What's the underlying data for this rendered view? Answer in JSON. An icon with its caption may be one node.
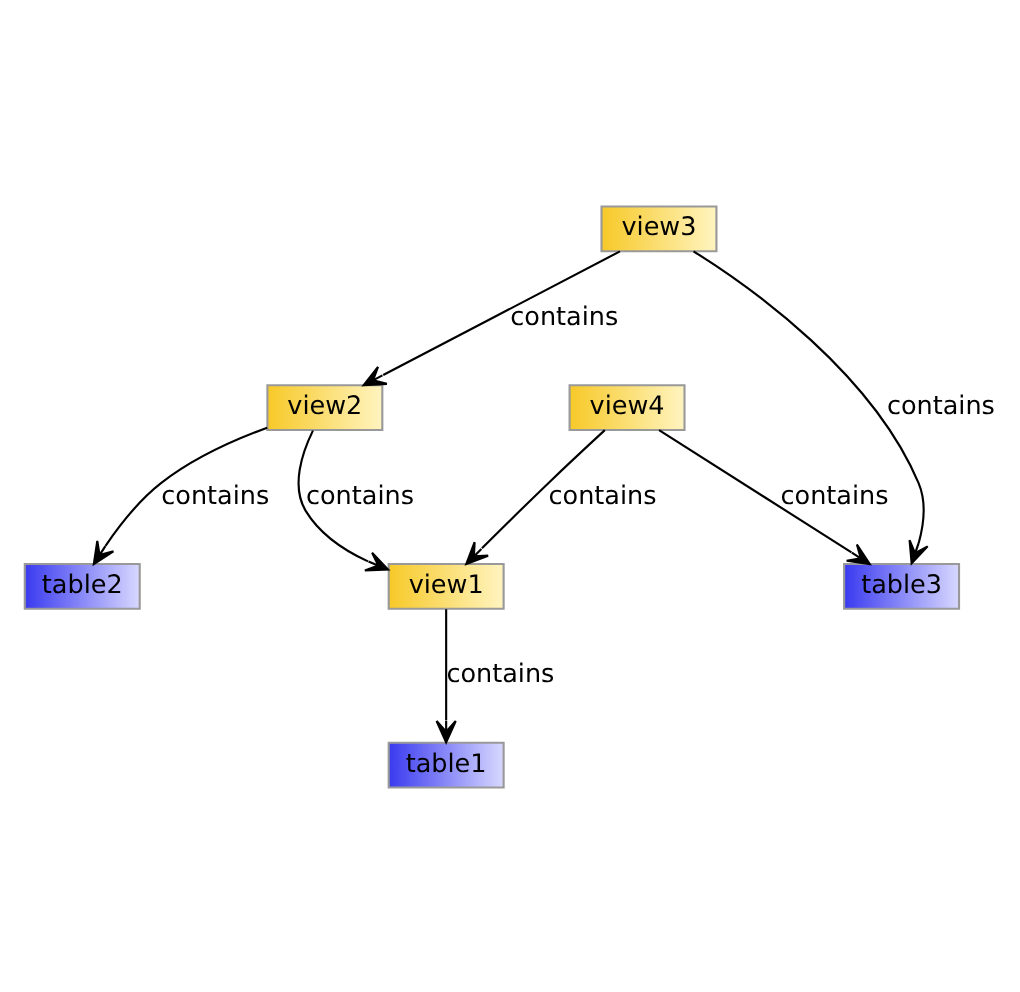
{
  "diagram": {
    "nodes": [
      {
        "text": [
          "view3"
        ]
      },
      {
        "text": [
          "view4"
        ]
      },
      {
        "text": [
          "view2"
        ]
      },
      {
        "text": [
          "view1"
        ]
      },
      {
        "text": [
          "table1"
        ]
      },
      {
        "text": [
          "table2"
        ]
      },
      {
        "text": [
          "table3"
        ]
      }
    ],
    "edges": [
      {
        "from": 0,
        "to": 2,
        "arrow": "to",
        "label": "contains"
      },
      {
        "from": 0,
        "to": 6,
        "arrow": "to",
        "label": "contains"
      },
      {
        "from": 1,
        "to": 3,
        "arrow": "to",
        "label": "contains"
      },
      {
        "from": 1,
        "to": 6,
        "arrow": "to",
        "label": "contains"
      },
      {
        "from": 2,
        "to": 3,
        "arrow": "to",
        "label": "contains"
      },
      {
        "from": 2,
        "to": 5,
        "arrow": "to",
        "label": "contains"
      },
      {
        "from": 3,
        "to": 4,
        "arrow": "to",
        "label": "contains"
      }
    ]
  }
}
